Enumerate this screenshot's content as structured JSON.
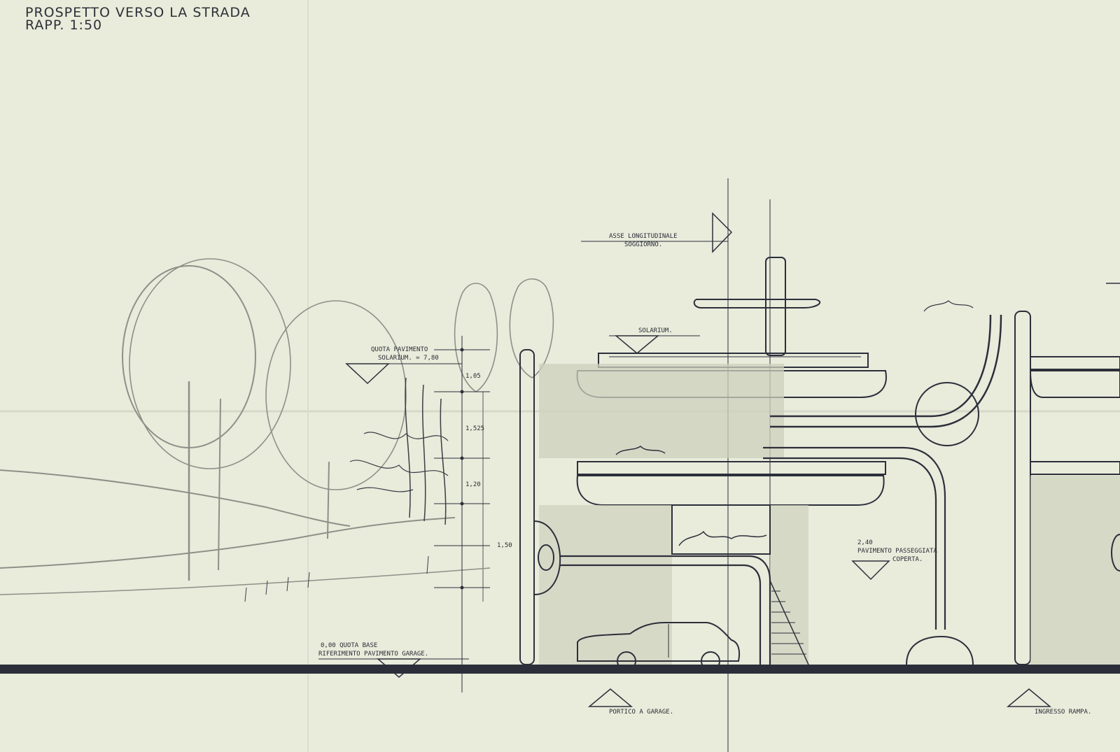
{
  "title": {
    "line1": "PROSPETTO VERSO LA STRADA",
    "line2": "RAPP. 1:50"
  },
  "labels": {
    "asse_line1": "ASSE LONGITUDINALE",
    "asse_line2": "SOGGIORNO.",
    "solarium": "SOLARIUM.",
    "quota_sol_line1": "QUOTA PAVIMENTO",
    "quota_sol_line2": "SOLARIUM. = 7,80",
    "quota_base_line1": "0,00 QUOTA BASE",
    "quota_base_line2": "RIFERIMENTO PAVIMENTO GARAGE.",
    "pav_line1": "2,40",
    "pav_line2": "PAVIMENTO PASSEGGIATA",
    "pav_line3": "COPERTA.",
    "portico": "PORTICO A GARAGE.",
    "ingresso": "INGRESSO RAMPA.",
    "dim_1": "1,05",
    "dim_2": "1,525",
    "dim_3": "1,20",
    "dim_4": "1,50"
  },
  "colors": {
    "paper": "#e9ebdb",
    "ink": "#2c2f3a",
    "pencil": "#8d9088"
  }
}
